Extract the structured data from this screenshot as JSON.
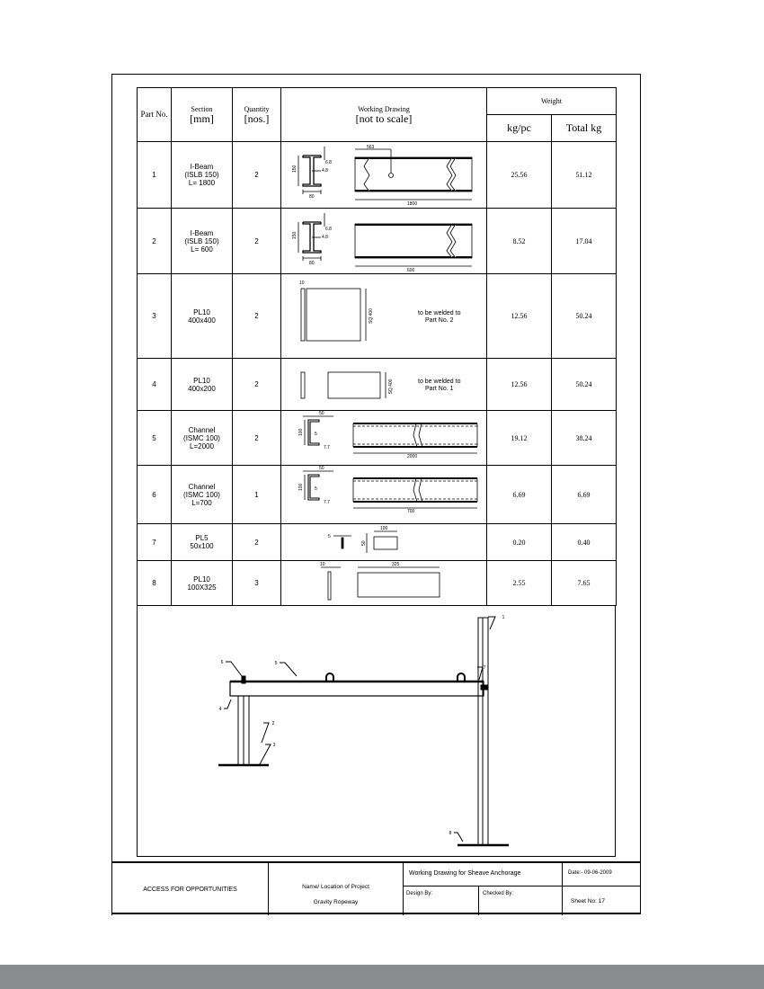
{
  "header": {
    "part_no": "Part No.",
    "section": "Section",
    "section_unit": "[mm]",
    "quantity": "Quantity",
    "quantity_unit": "[nos.]",
    "drawing": "Working Drawing",
    "drawing_note": "[not to scale]",
    "weight": "Weight",
    "kg_pc": "kg/pc",
    "total_kg": "Total kg"
  },
  "rows": [
    {
      "no": "1",
      "section": [
        "I-Beam",
        "(ISLB 150)",
        "L= 1800"
      ],
      "qty": "2",
      "kg_pc": "25.56",
      "total": "51.12",
      "dims": {
        "h": "150",
        "tf": "6.8",
        "tw": "4.8",
        "b": "80",
        "len": "1800",
        "hole": "563"
      }
    },
    {
      "no": "2",
      "section": [
        "I-Beam",
        "(ISLB 150)",
        "L= 600"
      ],
      "qty": "2",
      "kg_pc": "8.52",
      "total": "17.04",
      "dims": {
        "h": "150",
        "tf": "6.8",
        "tw": "4.8",
        "b": "80",
        "len": "600"
      }
    },
    {
      "no": "3",
      "section": [
        "PL10",
        "400x400"
      ],
      "qty": "2",
      "kg_pc": "12.56",
      "total": "50.24",
      "dims": {
        "t": "10",
        "sq": "SQ.400"
      },
      "note": [
        "to be welded to",
        "Part No. 2"
      ]
    },
    {
      "no": "4",
      "section": [
        "PL10",
        "400x200"
      ],
      "qty": "2",
      "kg_pc": "12.56",
      "total": "50.24",
      "dims": {
        "sq": "SQ.400"
      },
      "note": [
        "to be welded to",
        "Part No. 1"
      ]
    },
    {
      "no": "5",
      "section": [
        "Channel",
        "(ISMC 100)",
        "L=2000"
      ],
      "qty": "2",
      "kg_pc": "19.12",
      "total": "38.24",
      "dims": {
        "b": "50",
        "h": "100",
        "tw": "5",
        "tf": "7.7",
        "len": "2000"
      }
    },
    {
      "no": "6",
      "section": [
        "Channel",
        "(ISMC 100)",
        "L=700"
      ],
      "qty": "1",
      "kg_pc": "6.69",
      "total": "6.69",
      "dims": {
        "b": "50",
        "h": "100",
        "tw": "5",
        "tf": "7.7",
        "len": "700"
      }
    },
    {
      "no": "7",
      "section": [
        "PL5",
        "50x100"
      ],
      "qty": "2",
      "kg_pc": "0.20",
      "total": "0.40",
      "dims": {
        "t": "5",
        "w": "100",
        "h": "50"
      }
    },
    {
      "no": "8",
      "section": [
        "PL10",
        "100X325"
      ],
      "qty": "3",
      "kg_pc": "2.55",
      "total": "7.65",
      "dims": {
        "t": "10",
        "w": "325"
      }
    }
  ],
  "assembly": {
    "callouts": [
      "1",
      "2",
      "3",
      "4",
      "5",
      "6",
      "7",
      "8"
    ]
  },
  "title_block": {
    "org": "ACCESS FOR OPPORTUNITIES",
    "project_label": "Name/ Location of Project",
    "project": "Gravity Ropeway",
    "title": "Working Drawing for Sheave Anchorage",
    "date": "Date:- 09-06-2009",
    "design_by": "Design By:",
    "checked_by": "Checked By:",
    "sheet": "Sheet No: 17"
  }
}
